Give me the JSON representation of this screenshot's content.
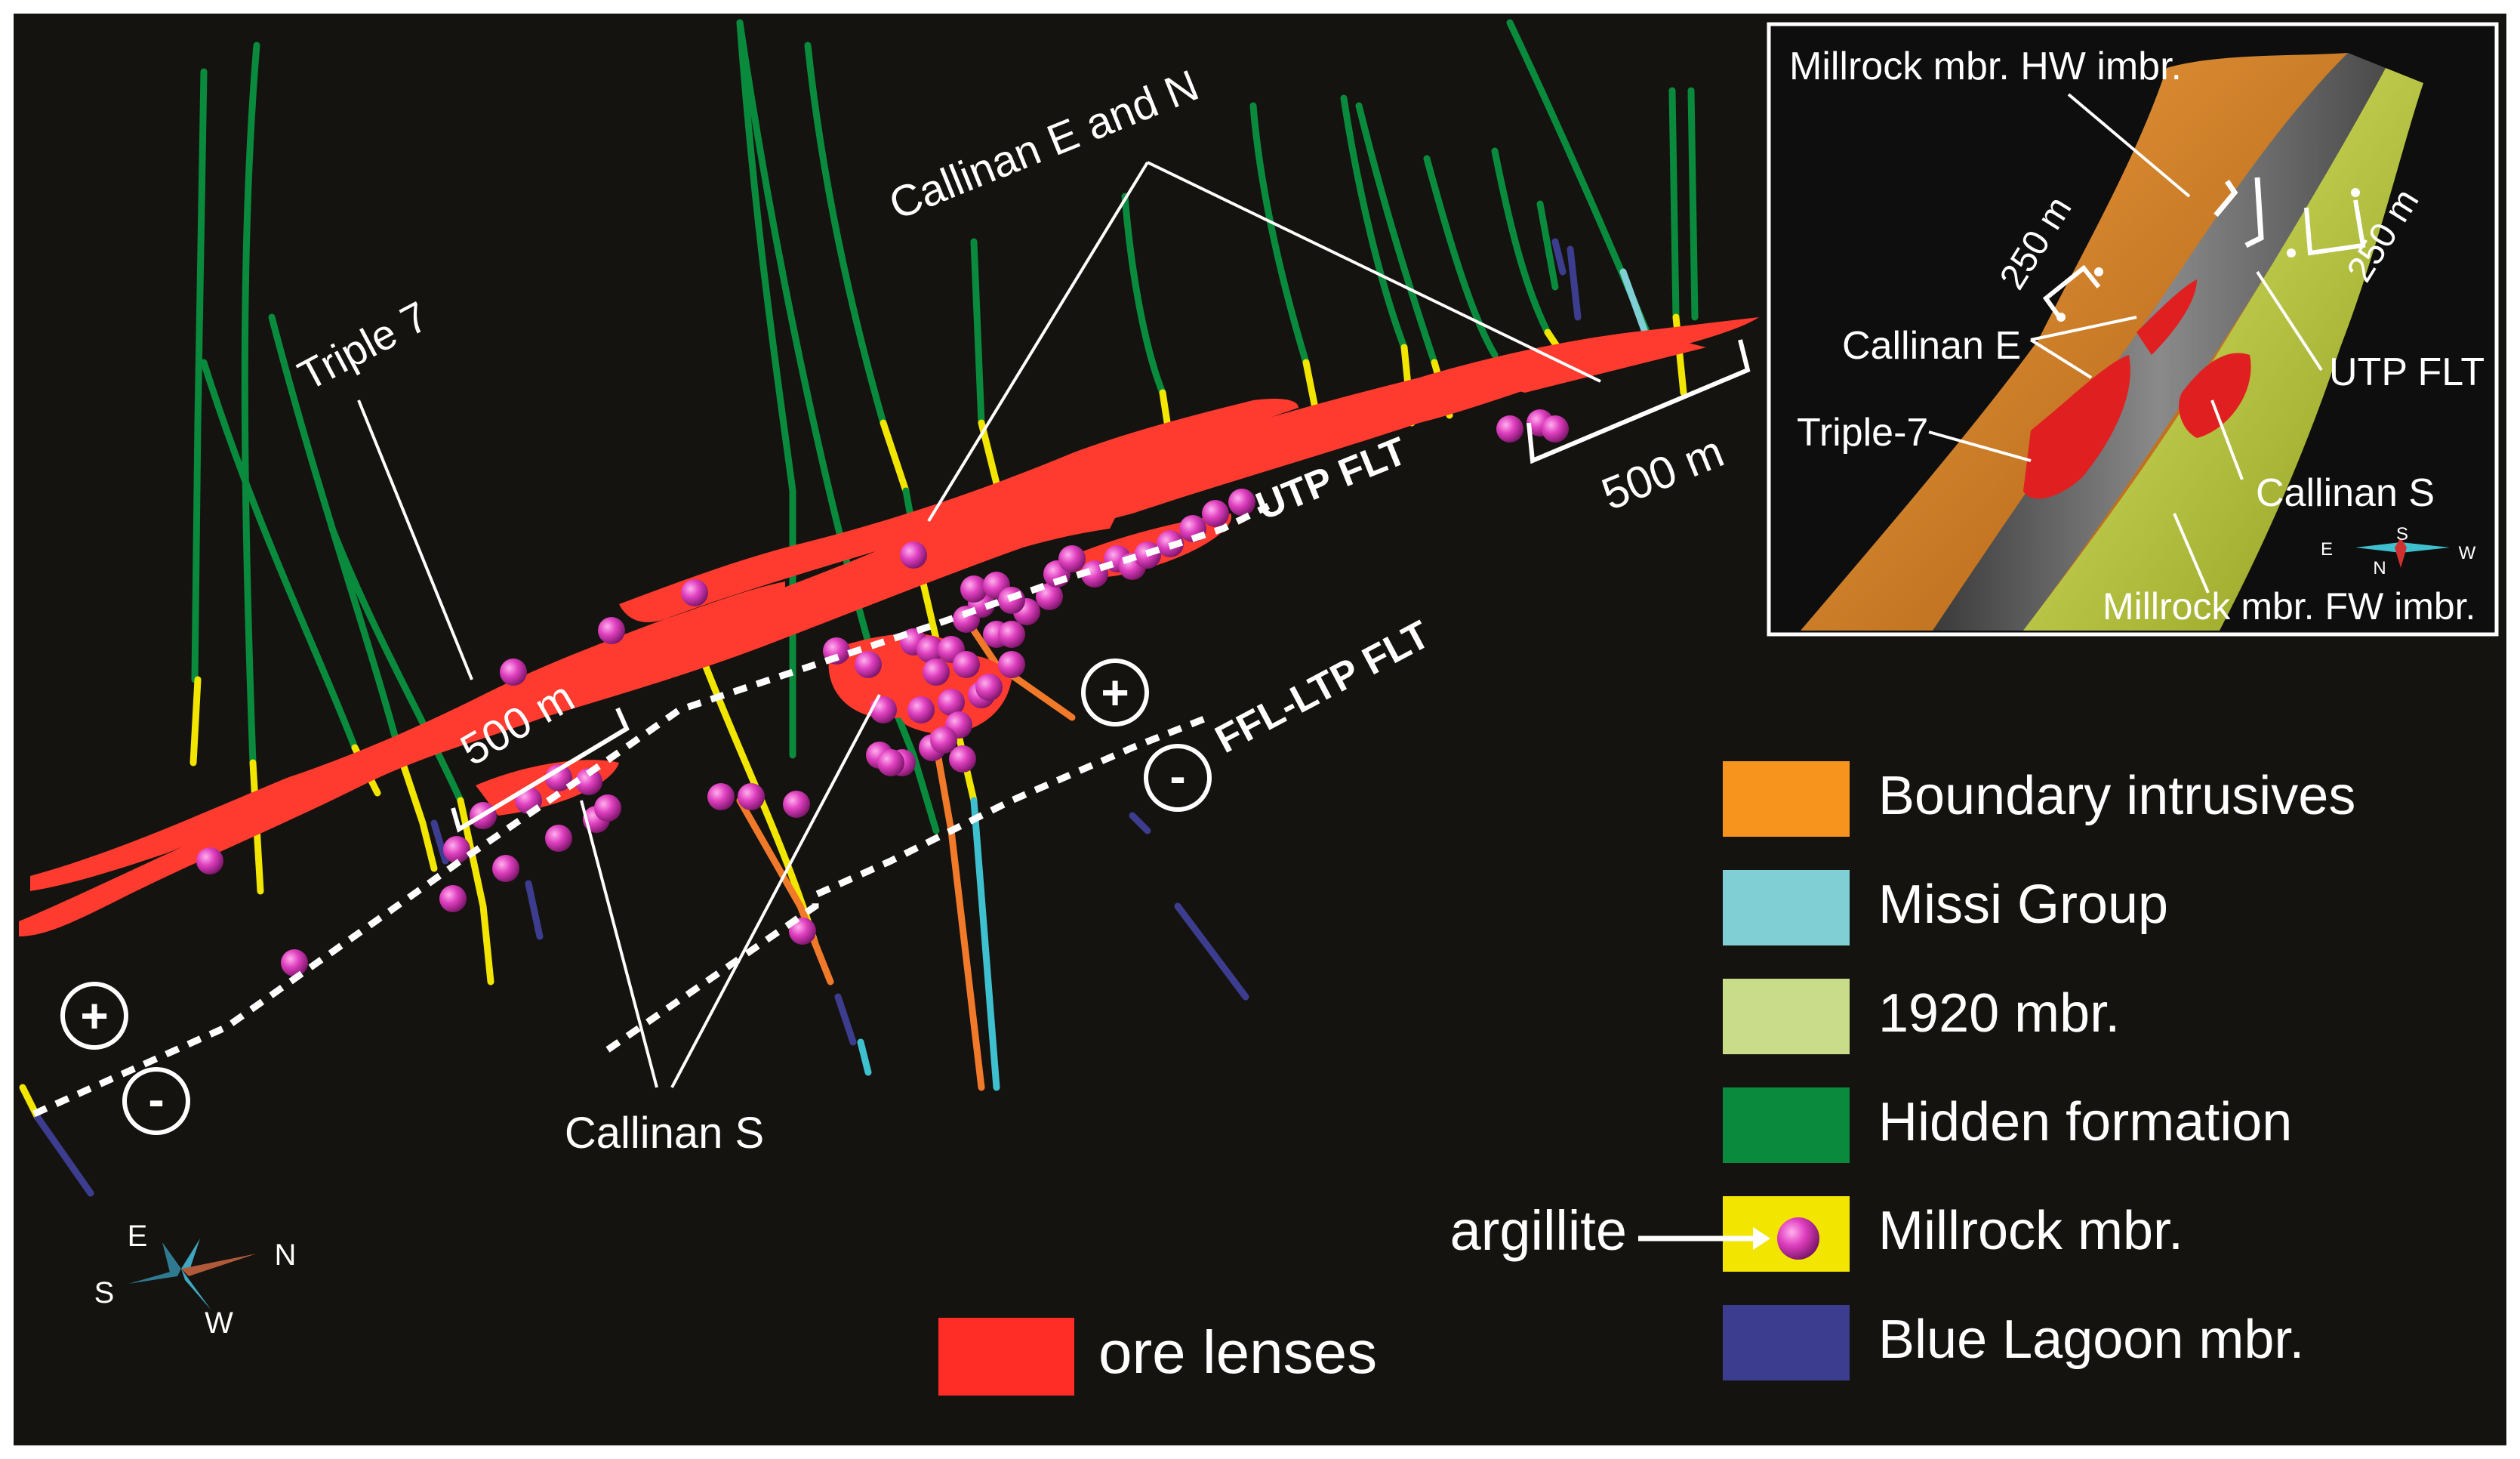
{
  "labels": {
    "callinan_en": "Callinan E and N",
    "triple7": "Triple 7",
    "utp_flt": "UTP FLT",
    "ffl_ltp_flt": "FFL-LTP FLT",
    "scale_main_left": "500 m",
    "scale_main_right": "500 m",
    "callinan_s": "Callinan S",
    "plus": "+",
    "minus": "-",
    "ore_lenses": "ore lenses",
    "argillite": "argillite"
  },
  "compass_main": {
    "n": "N",
    "s": "S",
    "e": "E",
    "w": "W"
  },
  "inset": {
    "hw_imbr": "Millrock mbr. HW imbr.",
    "fw_imbr": "Millrock mbr. FW imbr.",
    "callinan_e": "Callinan E",
    "triple7": "Triple-7",
    "callinan_s": "Callinan S",
    "utp_flt": "UTP FLT",
    "scale_left": "250 m",
    "scale_right": "250 m",
    "compass": {
      "n": "N",
      "s": "S",
      "e": "E",
      "w": "W"
    }
  },
  "legend": [
    {
      "label": "Boundary intrusives",
      "color": "#f7941d"
    },
    {
      "label": "Missi Group",
      "color": "#7fcfd4"
    },
    {
      "label": "1920 mbr.",
      "color": "#c8dc8a"
    },
    {
      "label": "Hidden formation",
      "color": "#0a8a3c"
    },
    {
      "label": "Millrock mbr.",
      "color": "#f2e500"
    },
    {
      "label": "Blue Lagoon mbr.",
      "color": "#3d3d8f"
    }
  ],
  "colors": {
    "background": "#15130f",
    "ore": "#ff3b2f",
    "argillite": "#e040c0",
    "drill_green": "#0a8a3c",
    "drill_yellow": "#f2e500",
    "drill_blue": "#3d3d8f",
    "drill_cyan": "#3fc0cf",
    "drill_orange": "#f07a2a",
    "inset_orange": "#d9801e",
    "inset_gray": "#5e5e5e",
    "inset_yellow": "#c4d43a"
  }
}
